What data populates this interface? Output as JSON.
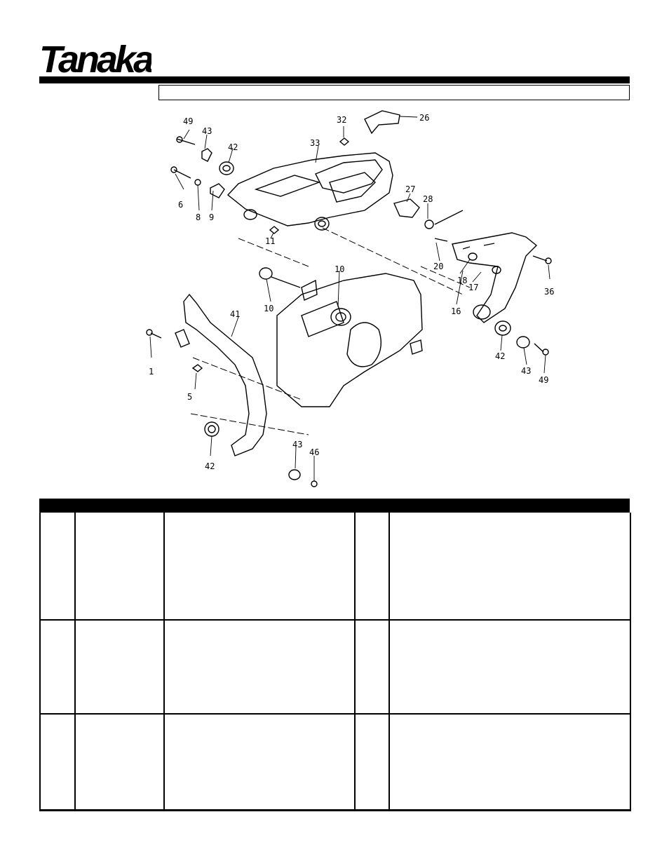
{
  "brand": {
    "logo_text": "Tanaka",
    "registered_mark": "®"
  },
  "header": {
    "title": ""
  },
  "diagram": {
    "callouts": [
      "49",
      "43",
      "42",
      "6",
      "8",
      "9",
      "11",
      "33",
      "32",
      "26",
      "27",
      "28",
      "20",
      "18",
      "17",
      "16",
      "36",
      "10",
      "10",
      "41",
      "1",
      "5",
      "42",
      "43",
      "46",
      "42",
      "43",
      "49"
    ]
  },
  "parts_table": {
    "headers": [
      "",
      "",
      "",
      "",
      ""
    ],
    "rows": []
  }
}
